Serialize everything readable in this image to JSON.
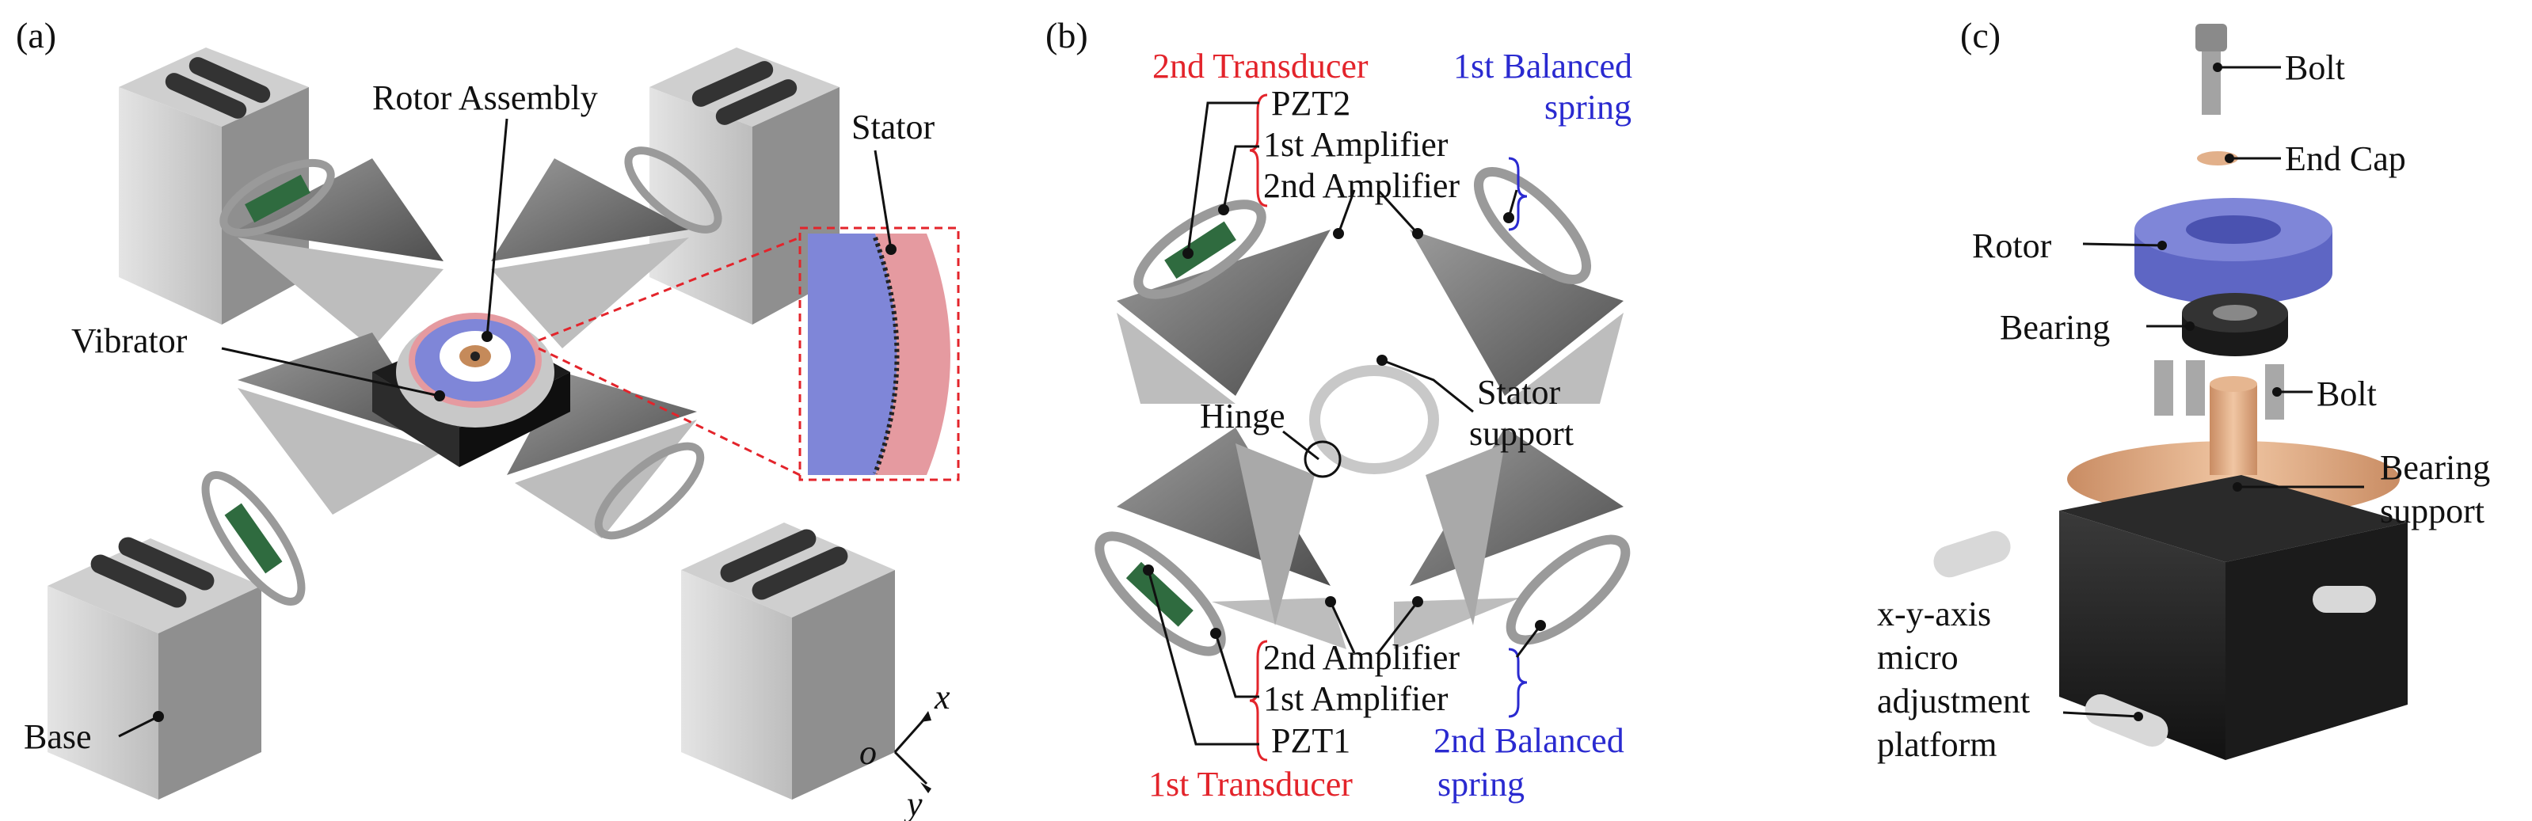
{
  "colors": {
    "metal_light": "#d6d6d6",
    "metal_mid": "#9a9a9a",
    "metal_dark": "#5e5e5e",
    "pzt_green": "#2f6b3f",
    "rotor_blue": "#7f86d8",
    "stator_pink": "#e59aa0",
    "red_text": "#e3242b",
    "blue_text": "#2a2ad0",
    "bearing_support": "#e2b08a"
  },
  "panel_a": {
    "tag": "(a)",
    "rotor_assembly": "Rotor Assembly",
    "stator": "Stator",
    "vibrator": "Vibrator",
    "base": "Base",
    "axis_o": "o",
    "axis_x": "x",
    "axis_y": "y"
  },
  "panel_b": {
    "tag": "(b)",
    "transducer_2": "2nd Transducer",
    "balanced_spring_1_line1": "1st Balanced",
    "balanced_spring_1_line2": "spring",
    "pzt2": "PZT2",
    "amp1_top": "1st Amplifier",
    "amp2_top": "2nd Amplifier",
    "stator_support_line1": "Stator",
    "stator_support_line2": "support",
    "hinge": "Hinge",
    "amp2_bottom": "2nd Amplifier",
    "amp1_bottom": "1st Amplifier",
    "pzt1": "PZT1",
    "transducer_1": "1st Transducer",
    "balanced_spring_2_line1": "2nd Balanced",
    "balanced_spring_2_line2": "spring"
  },
  "panel_c": {
    "tag": "(c)",
    "bolt_top": "Bolt",
    "end_cap": "End Cap",
    "rotor": "Rotor",
    "bearing": "Bearing",
    "bolt_mid": "Bolt",
    "bearing_support_line1": "Bearing",
    "bearing_support_line2": "support",
    "platform_line1": "x-y-axis",
    "platform_line2": "micro",
    "platform_line3": "adjustment",
    "platform_line4": "platform"
  }
}
